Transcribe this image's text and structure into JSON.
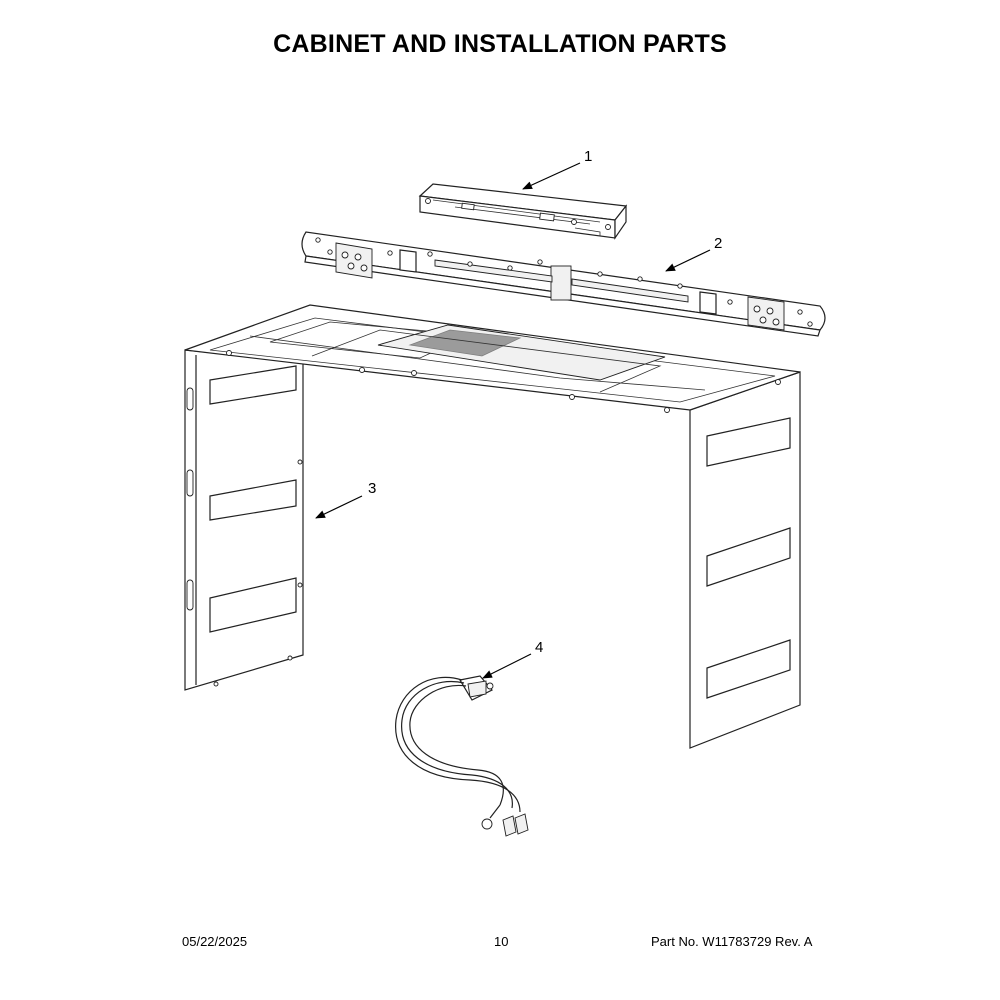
{
  "title": "CABINET AND INSTALLATION PARTS",
  "parts": [
    {
      "number": "1"
    },
    {
      "number": "2"
    },
    {
      "number": "3"
    },
    {
      "number": "4"
    }
  ],
  "footer": {
    "date": "05/22/2025",
    "page": "10",
    "part_number": "Part No.  W11783729  Rev.  A"
  }
}
